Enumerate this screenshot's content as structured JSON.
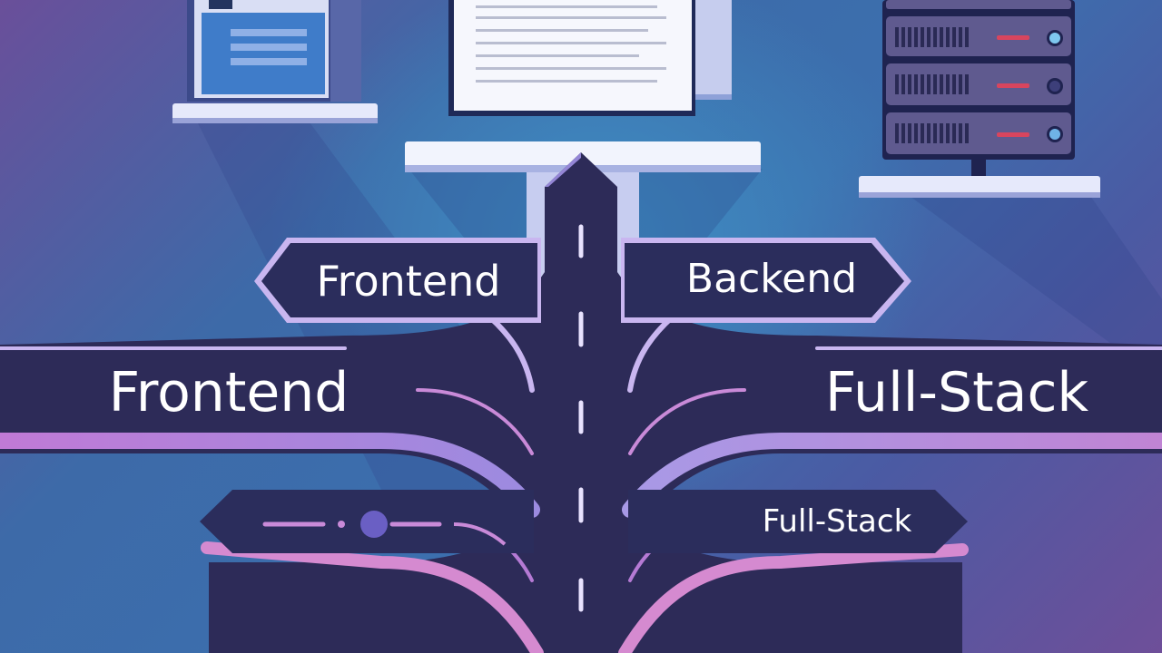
{
  "signs": {
    "top_left": "Frontend",
    "top_right": "Backend",
    "mid_left": "Frontend",
    "mid_right": "Full-Stack",
    "bottom_right": "Full-Stack"
  },
  "colors": {
    "sign_fill": "#2b2d5c",
    "road_fill": "#2d2b58",
    "edge_light": "#c9b6f0",
    "edge_pink": "#d58ad0",
    "platform": "#e6e9fb"
  }
}
